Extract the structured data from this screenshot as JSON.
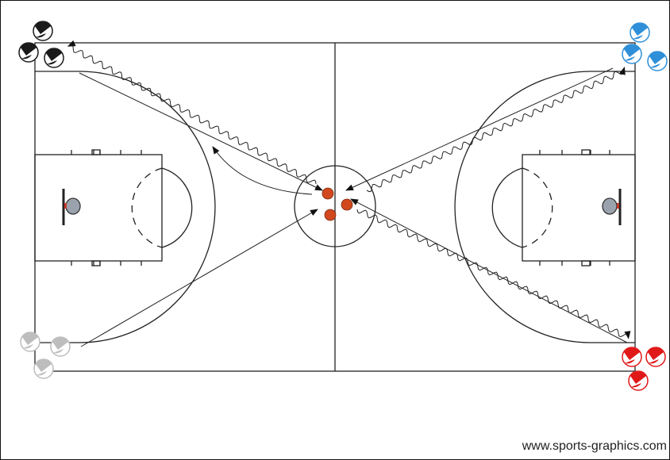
{
  "watermark": "www.sports-graphics.com",
  "colors": {
    "line": "#222222",
    "black_team": "#1a1a1a",
    "blue_team": "#2f8fd8",
    "white_team": "#bdbdbd",
    "red_team": "#e01818",
    "ball": "#d2481e",
    "backboard": "#9aa3ad"
  },
  "groups": [
    {
      "name": "black-player-group",
      "color": "black_team",
      "count": 3
    },
    {
      "name": "blue-player-group",
      "color": "blue_team",
      "count": 3
    },
    {
      "name": "white-player-group",
      "color": "white_team",
      "count": 3
    },
    {
      "name": "red-player-group",
      "color": "red_team",
      "count": 3
    }
  ],
  "balls": {
    "count": 3,
    "color": "ball"
  }
}
